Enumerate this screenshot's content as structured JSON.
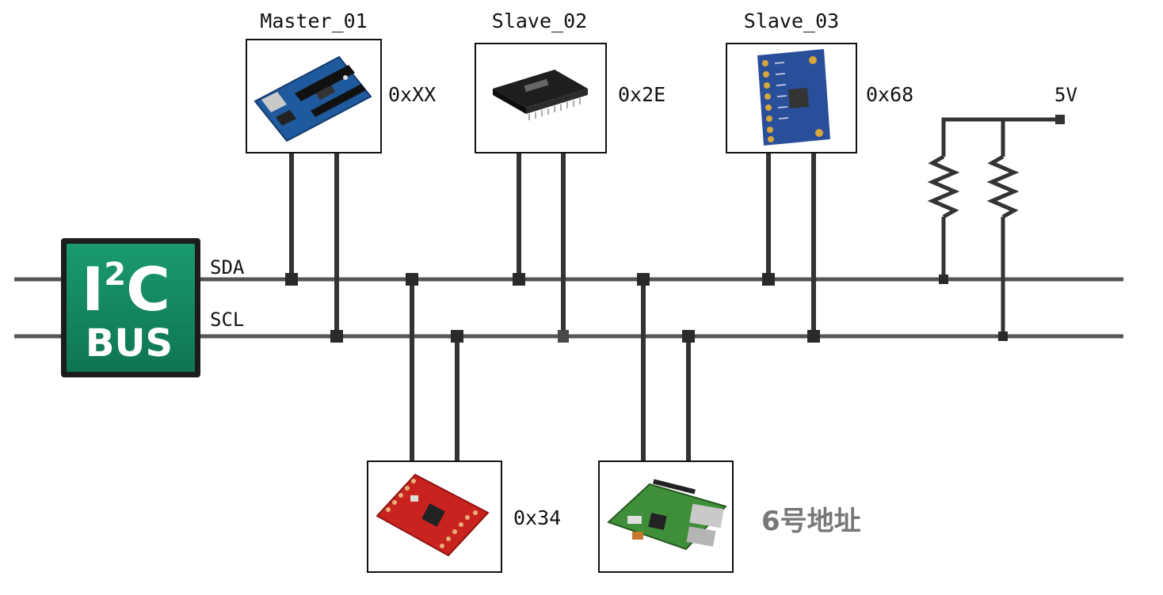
{
  "bus": {
    "logo_line1_letter": "I",
    "logo_line1_sup": "2",
    "logo_line1_tail": "C",
    "logo_line2": "BUS",
    "sda_label": "SDA",
    "scl_label": "SCL"
  },
  "power": {
    "label": "5V"
  },
  "devices": {
    "master_01": {
      "name": "Master_01",
      "address": "0xXX"
    },
    "slave_02": {
      "name": "Slave_02",
      "address": "0x2E"
    },
    "slave_03": {
      "name": "Slave_03",
      "address": "0x68"
    },
    "bottom_1": {
      "address": "0x34"
    },
    "bottom_2": {
      "address": "6号地址"
    }
  },
  "colors": {
    "wire": "#555555",
    "logo_green": "#16855f",
    "logo_border": "#1c1c1c",
    "label_gray": "#777777"
  },
  "icons": {
    "master_01": "arduino-board-icon",
    "slave_02": "ic-chip-icon",
    "slave_03": "sensor-module-icon",
    "bottom_1": "breakout-board-icon",
    "bottom_2": "raspberry-pi-icon"
  }
}
